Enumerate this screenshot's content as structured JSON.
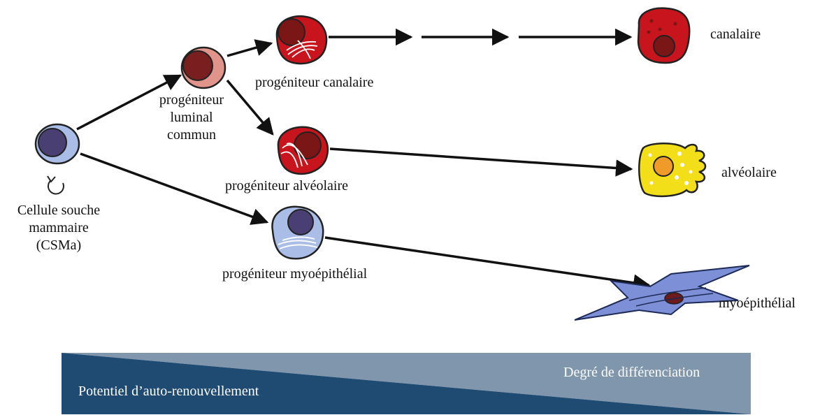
{
  "stem_cell": {
    "line1": "Cellule souche",
    "line2": "mammaire",
    "line3": "(CSMa)"
  },
  "common_progenitor": {
    "line1": "progéniteur",
    "line2": "luminal",
    "line3": "commun"
  },
  "progenitors": {
    "ductal": "progéniteur canalaire",
    "alveolar": "progéniteur alvéolaire",
    "myoepithelial": "progéniteur myoépithélial"
  },
  "differentiated": {
    "ductal": "canalaire",
    "alveolar": "alvéolaire",
    "myoepithelial": "myoépithélial"
  },
  "gradient_bar": {
    "left_label": "Potentiel d’auto-renouvellement",
    "right_label": "Degré de différenciation",
    "dark_color": "#1f4a72",
    "light_color": "#7f96ad"
  },
  "colors": {
    "stem_cytoplasm": "#a9bde6",
    "stem_nucleus": "#4a3f73",
    "luminal_cytoplasm": "#e0948a",
    "luminal_nucleus": "#7a1f1f",
    "red_cell": "#c8141c",
    "red_nucleus": "#7a1616",
    "alveolar_cell": "#f2df1a",
    "alveolar_nucleus": "#f09a2a",
    "myo_cell": "#7d8fd6"
  }
}
